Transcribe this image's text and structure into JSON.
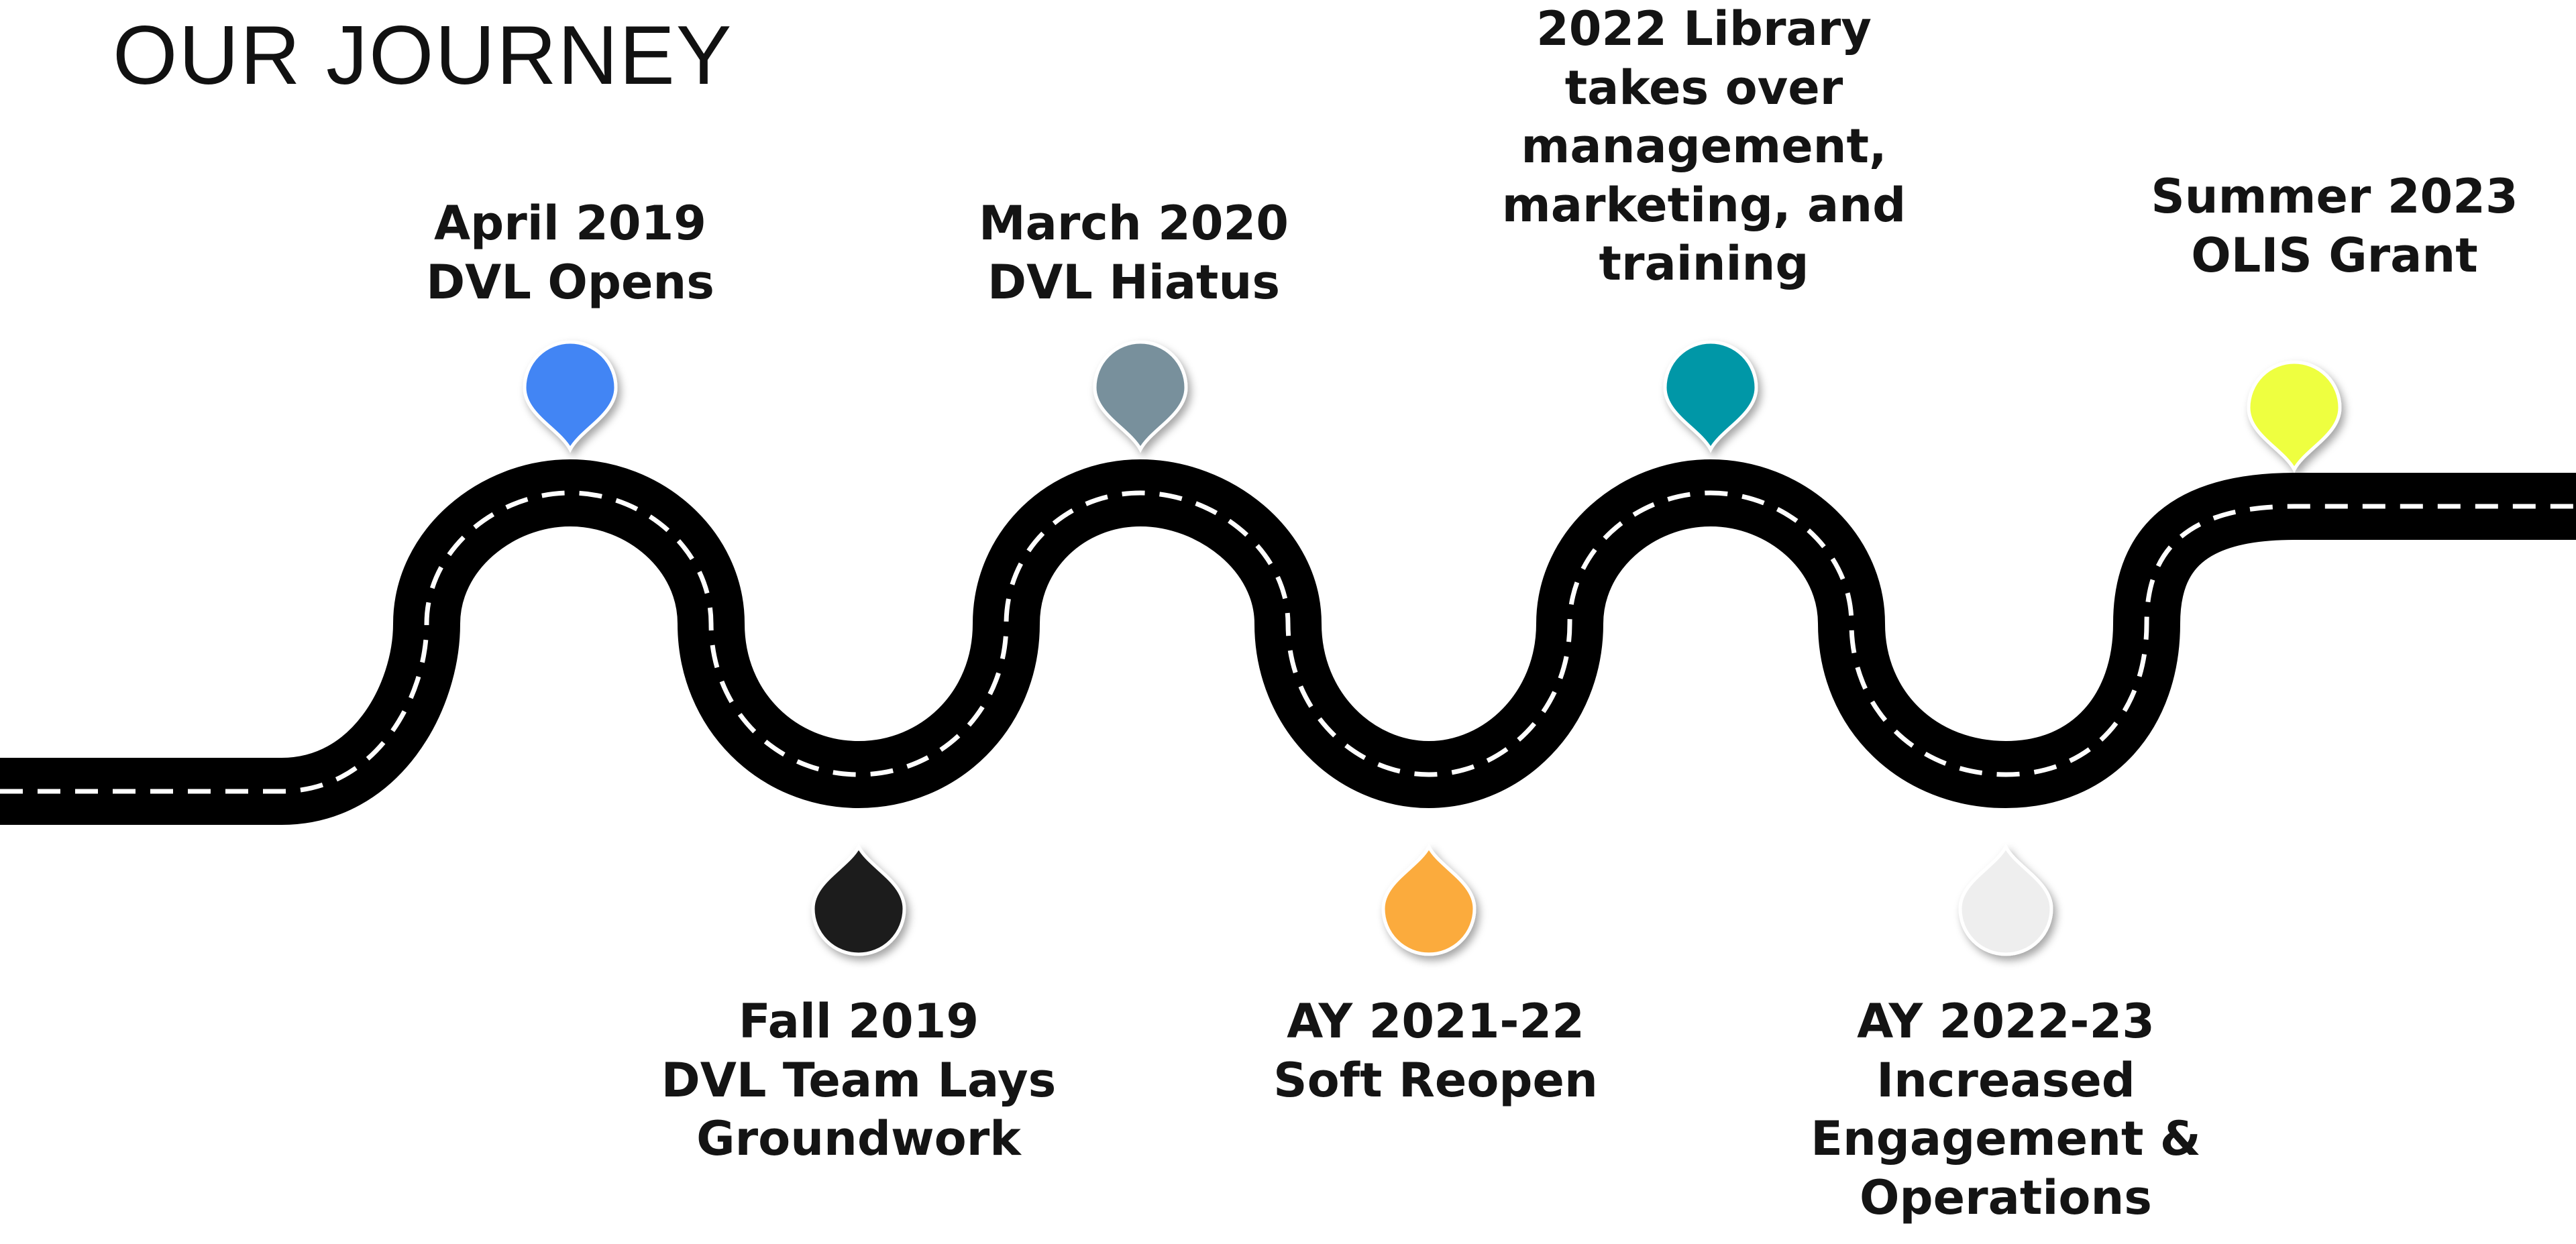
{
  "title": "OUR JOURNEY",
  "milestones": [
    {
      "lines": [
        "April 2019",
        "DVL Opens"
      ],
      "color": "#4285f4"
    },
    {
      "lines": [
        "Fall 2019",
        "DVL Team Lays",
        "Groundwork"
      ],
      "color": "#1f1f1f"
    },
    {
      "lines": [
        "March 2020",
        "DVL Hiatus"
      ],
      "color": "#78909c"
    },
    {
      "lines": [
        "AY 2021-22",
        "Soft Reopen"
      ],
      "color": "#fbab3e"
    },
    {
      "lines": [
        "2022 Library",
        "takes over",
        "management,",
        "marketing, and",
        "training"
      ],
      "color": "#0097a7"
    },
    {
      "lines": [
        "AY 2022-23",
        "Increased",
        "Engagement &",
        "Operations"
      ],
      "color": "#eeeeee"
    },
    {
      "lines": [
        "Summer 2023",
        "OLIS Grant"
      ],
      "color": "#eeff41"
    }
  ]
}
